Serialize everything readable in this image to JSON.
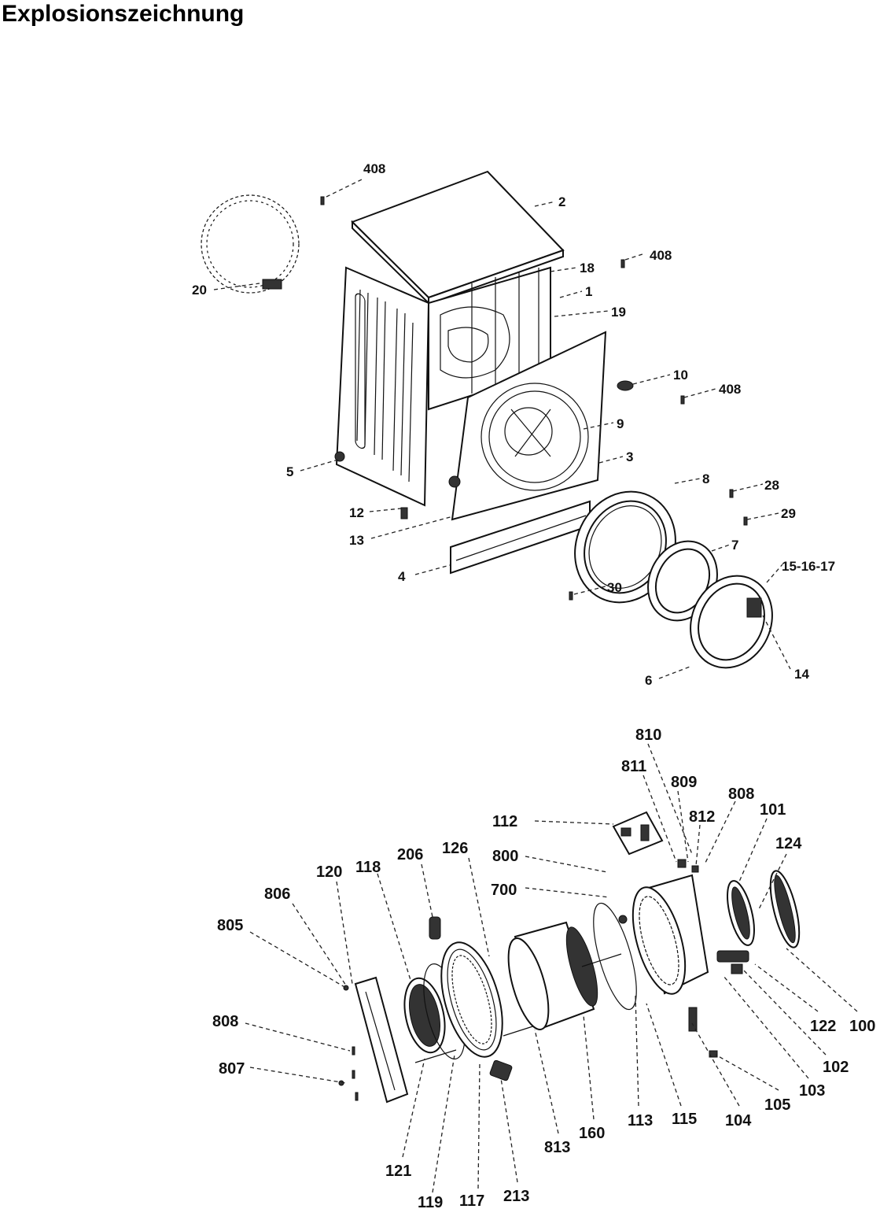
{
  "header": {
    "title": "Explosionszeichnung"
  },
  "diagram": {
    "upper_labels": [
      "408",
      "2",
      "18",
      "408",
      "1",
      "19",
      "20",
      "10",
      "408",
      "9",
      "3",
      "5",
      "8",
      "28",
      "12",
      "29",
      "13",
      "7",
      "15-16-17",
      "4",
      "30",
      "14",
      "6"
    ],
    "lower_labels": [
      "810",
      "811",
      "809",
      "808",
      "101",
      "812",
      "124",
      "112",
      "800",
      "206",
      "126",
      "700",
      "120",
      "118",
      "806",
      "805",
      "808",
      "807",
      "122",
      "100",
      "102",
      "103",
      "105",
      "104",
      "113",
      "115",
      "160",
      "813",
      "121",
      "119",
      "117",
      "213"
    ]
  }
}
